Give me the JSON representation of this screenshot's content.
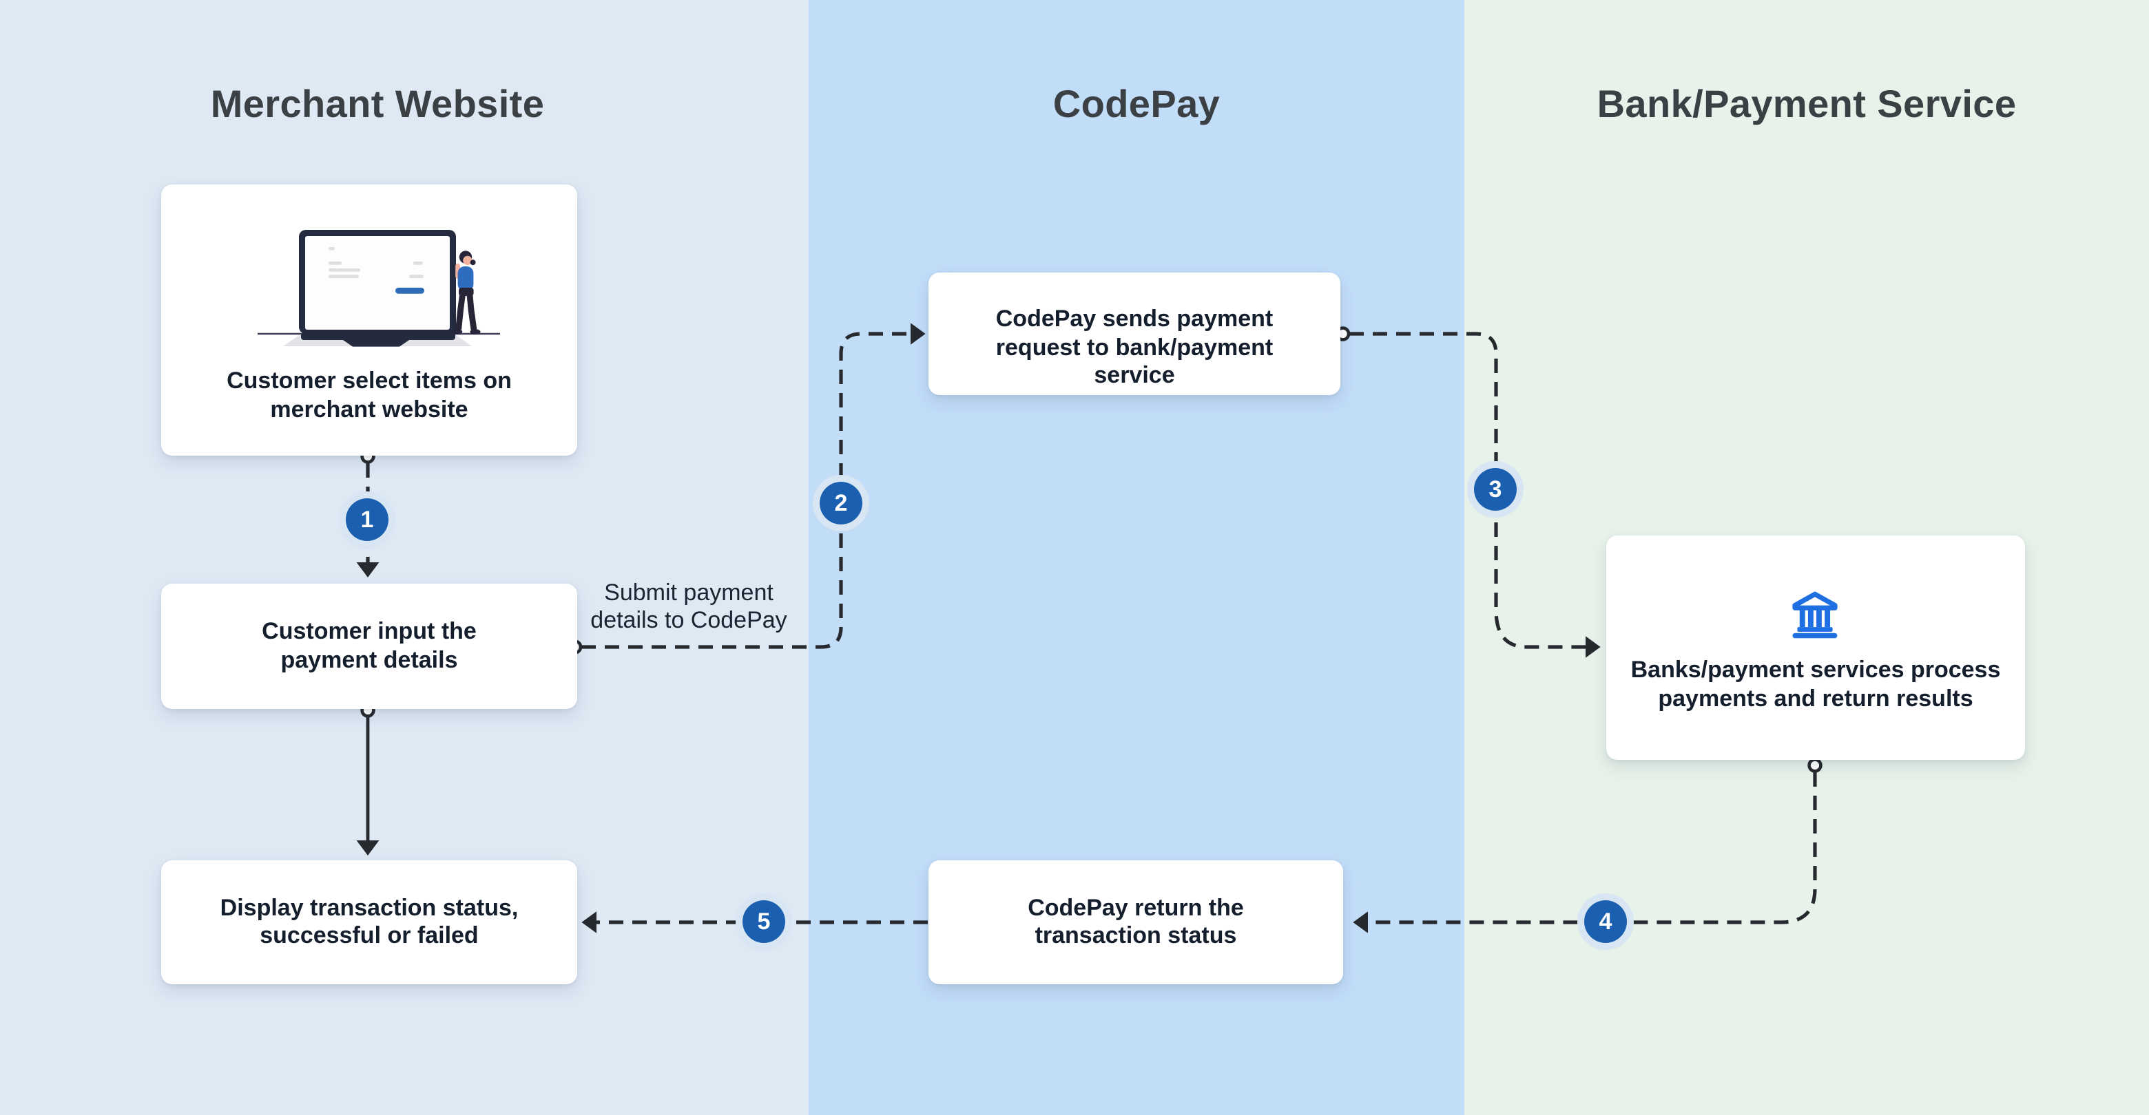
{
  "theme": {
    "lane_merchant_bg": "#dee9f4",
    "lane_codepay_bg": "#c2ddf8",
    "lane_bank_bg": "#e7f2ea",
    "card_bg": "#ffffff",
    "line_color": "#26292e",
    "badge_bg": "#1b5fb0",
    "badge_halo": "#d8e5f3",
    "badge_text": "#ffffff",
    "title_color": "#3b4044",
    "text_color": "#141e2c",
    "label_color": "#1b2430",
    "bank_icon_color": "#1e6fe1"
  },
  "lanes": [
    {
      "title": "Merchant Website"
    },
    {
      "title": "CodePay"
    },
    {
      "title": "Bank/Payment Service"
    }
  ],
  "boxes": {
    "select_items": {
      "lines": [
        "Customer select items on",
        "merchant website"
      ]
    },
    "input_details": {
      "lines": [
        "Customer input the",
        "payment details"
      ]
    },
    "send_request": {
      "lines": [
        "CodePay sends payment",
        "request to bank/payment",
        "service"
      ]
    },
    "process_payments": {
      "lines": [
        "Banks/payment services process",
        "payments and return results"
      ]
    },
    "display_status": {
      "lines": [
        "Display transaction status,",
        "successful or failed"
      ]
    },
    "return_status": {
      "lines": [
        "CodePay return the",
        "transaction status"
      ]
    }
  },
  "edge_label": {
    "lines": [
      "Submit payment",
      "details to CodePay"
    ]
  },
  "badges": [
    "1",
    "2",
    "3",
    "4",
    "5"
  ],
  "icons": {
    "bank": "bank-icon",
    "illustration": "laptop-customer-illustration"
  }
}
